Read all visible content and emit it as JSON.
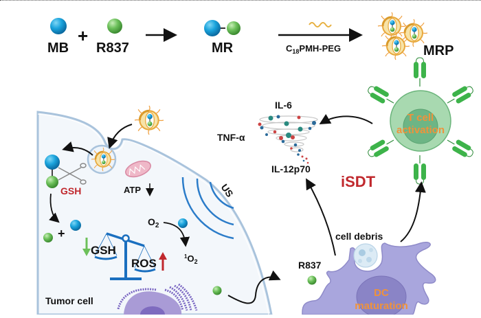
{
  "top_row": {
    "mb_label": "MB",
    "plus": "+",
    "r837_label": "R837",
    "mr_label": "MR",
    "reagent_prefix": "C",
    "reagent_sub": "18",
    "reagent_suffix": "PMH-PEG",
    "mrp_label": "MRP"
  },
  "tumor_cell": {
    "gsh_label": "GSH",
    "atp_label": "ATP",
    "plus": "+",
    "o2_label": "O",
    "o2_sub": "2",
    "singlet_sup": "1",
    "singlet_label": "O",
    "singlet_sub": "2",
    "balance_left": "GSH",
    "balance_right": "ROS",
    "cell_label": "Tumor cell",
    "us_label": "US"
  },
  "immune": {
    "il6": "IL-6",
    "tnf": "TNF-α",
    "il12": "IL-12p70",
    "isdt": "iSDT",
    "tcell_line1": "T cell",
    "tcell_line2": "activation",
    "debris": "cell debris",
    "r837": "R837",
    "dc_line1": "DC",
    "dc_line2": "maturation"
  },
  "colors": {
    "mb_blue": "#1aa3dc",
    "r837_green": "#6cc05a",
    "accent_red": "#c0282d",
    "accent_orange": "#f0923a",
    "dc_purple": "#a9a6dd",
    "tcell_green": "#3db34a"
  }
}
